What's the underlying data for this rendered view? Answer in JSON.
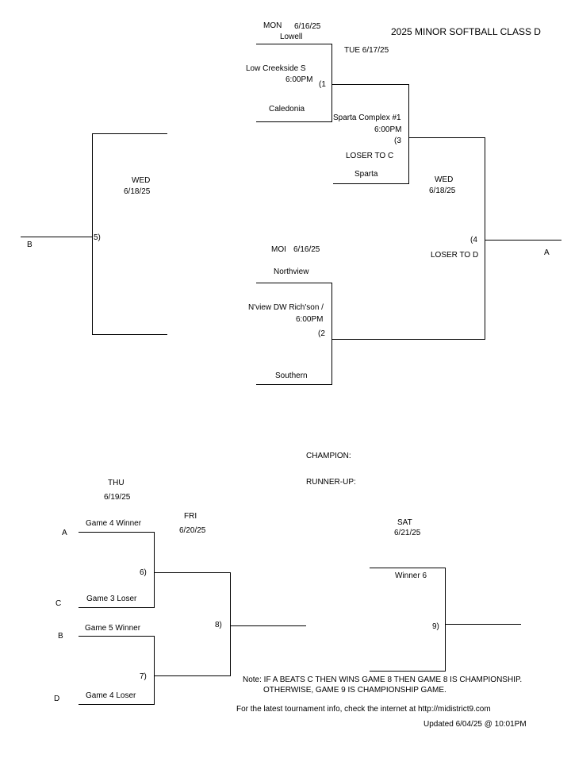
{
  "title": "2025 MINOR SOFTBALL CLASS D",
  "game1": {
    "day": "MON",
    "date": "6/16/25",
    "team_top": "Lowell",
    "location": "Low Creekside S",
    "time": "6:00PM",
    "game_number": "(1",
    "team_bottom": "Caledonia"
  },
  "game2": {
    "day": "MOI",
    "date": "6/16/25",
    "team_top": "Northview",
    "location": "N'view DW Rich'son /",
    "time": "6:00PM",
    "game_number": "(2",
    "team_bottom": "Southern"
  },
  "game3": {
    "day_date": "TUE  6/17/25",
    "location": "Sparta Complex #1",
    "time": "6:00PM",
    "game_number": "(3",
    "loser_note": "LOSER TO C",
    "team_bottom": "Sparta"
  },
  "game4": {
    "day": "WED",
    "date": "6/18/25",
    "game_number": "(4",
    "loser_note": "LOSER TO D",
    "winner_label": "A"
  },
  "game5": {
    "day": "WED",
    "date": "6/18/25",
    "game_number": "5)",
    "winner_label": "B"
  },
  "champion_label": "CHAMPION:",
  "runnerup_label": "RUNNER-UP:",
  "game6": {
    "day": "THU",
    "date": "6/19/25",
    "seed_top": "A",
    "team_top": "Game 4 Winner",
    "game_number": "6)",
    "seed_bottom": "C",
    "team_bottom": "Game 3 Loser"
  },
  "game7": {
    "seed_top": "B",
    "team_top": "Game 5 Winner",
    "game_number": "7)",
    "seed_bottom": "D",
    "team_bottom": "Game 4 Loser"
  },
  "game8": {
    "day": "FRI",
    "date": "6/20/25",
    "game_number": "8)"
  },
  "game9": {
    "day": "SAT",
    "date": "6/21/25",
    "team_top": "Winner 6",
    "game_number": "9)"
  },
  "notes": {
    "line1": "Note: IF A BEATS C THEN WINS GAME 8 THEN GAME 8 IS CHAMPIONSHIP.",
    "line2": "OTHERWISE, GAME 9 IS CHAMPIONSHIP GAME.",
    "info": "For the latest tournament info, check the internet at http://midistrict9.com",
    "updated": "Updated  6/04/25 @ 10:01PM"
  }
}
